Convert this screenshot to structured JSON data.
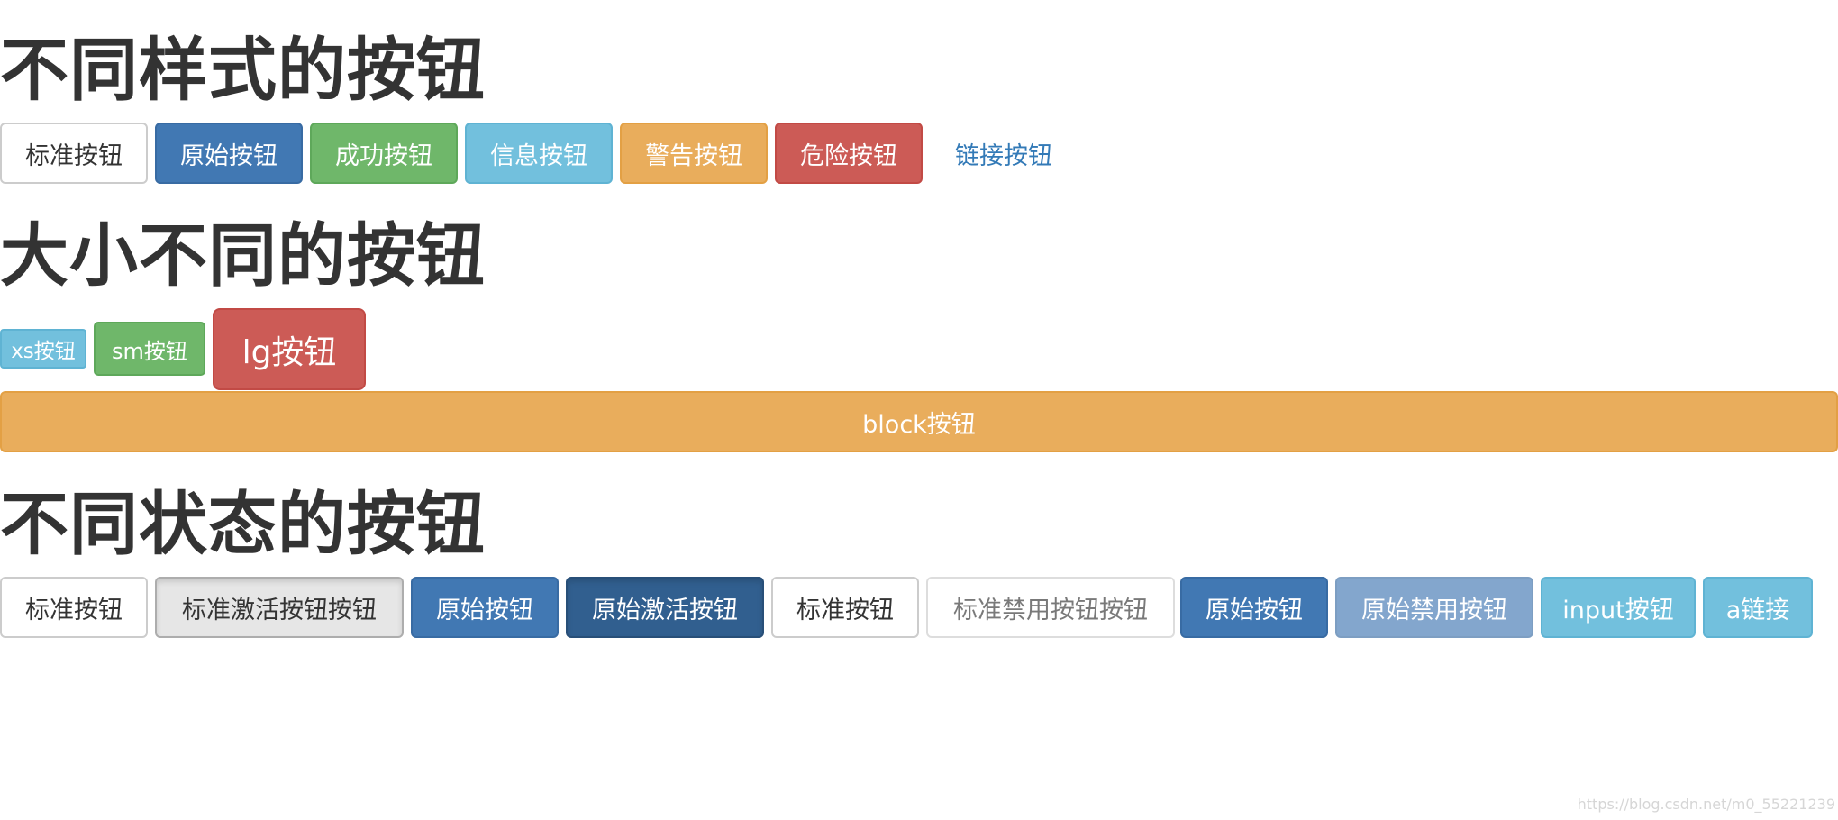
{
  "sections": {
    "styles_title": "不同样式的按钮",
    "sizes_title": "大小不同的按钮",
    "states_title": "不同状态的按钮"
  },
  "style_buttons": {
    "default": "标准按钮",
    "primary": "原始按钮",
    "success": "成功按钮",
    "info": "信息按钮",
    "warning": "警告按钮",
    "danger": "危险按钮",
    "link": "链接按钮"
  },
  "size_buttons": {
    "xs": "xs按钮",
    "sm": "sm按钮",
    "lg": "lg按钮",
    "block": "block按钮"
  },
  "state_buttons": {
    "default": "标准按钮",
    "default_active": "标准激活按钮按钮",
    "primary": "原始按钮",
    "primary_active": "原始激活按钮",
    "default_2": "标准按钮",
    "default_disabled": "标准禁用按钮按钮",
    "primary_2": "原始按钮",
    "primary_disabled": "原始禁用按钮",
    "input": "input按钮",
    "a_link": "a链接"
  },
  "watermark": "https://blog.csdn.net/m0_55221239",
  "colors": {
    "primary": "#4178b3",
    "success": "#6fb76a",
    "info": "#72c0dd",
    "warning": "#e9ad5c",
    "danger": "#cc5b56",
    "link": "#337ab7",
    "text": "#333333"
  }
}
